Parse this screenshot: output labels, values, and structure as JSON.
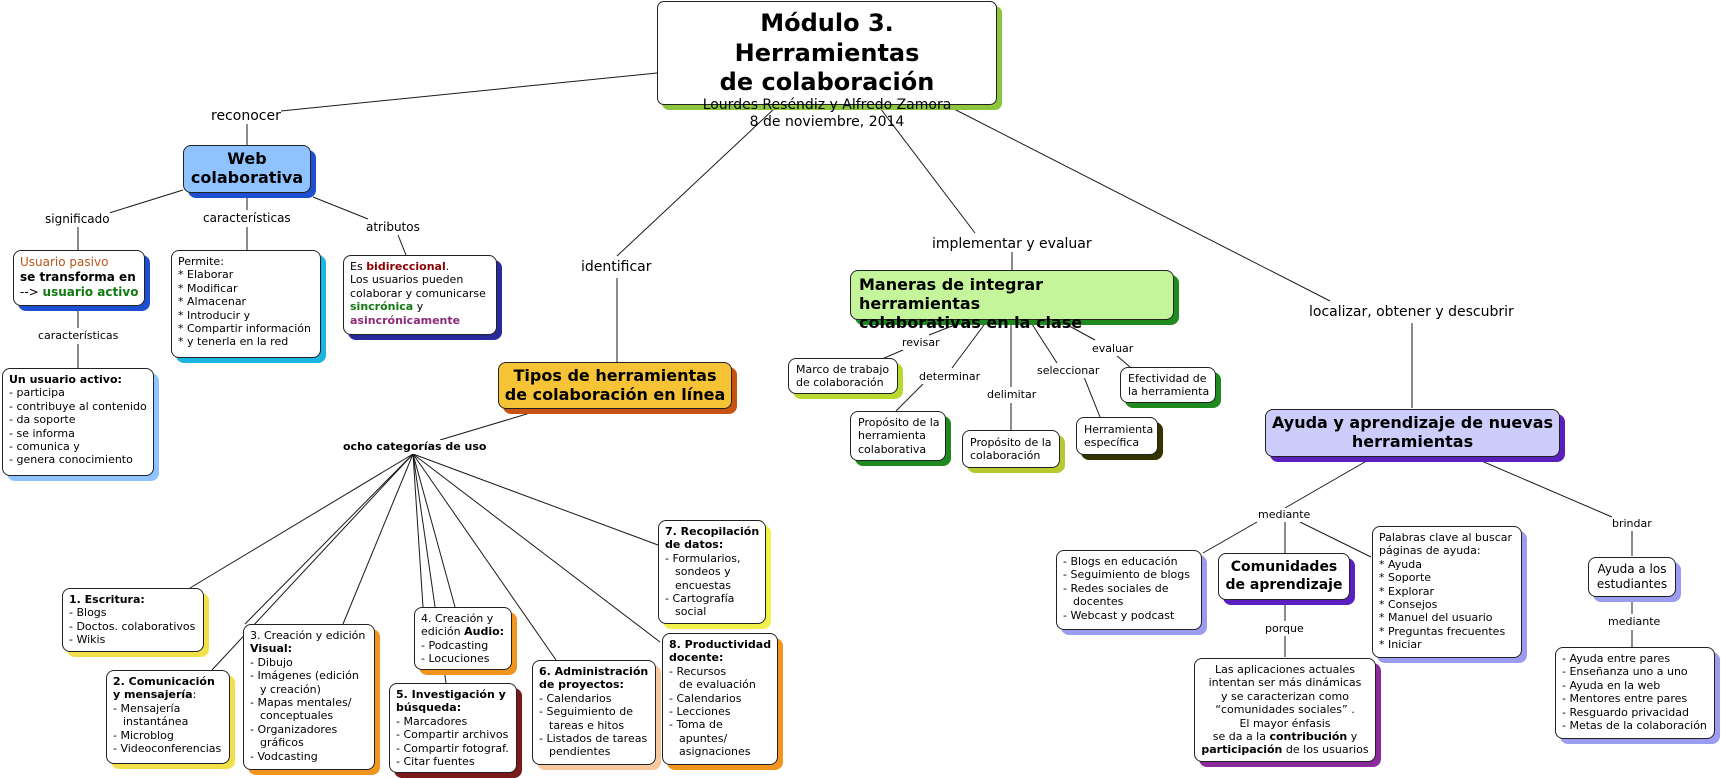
{
  "root": {
    "title_l1": "Módulo 3. Herramientas",
    "title_l2": "de colaboración",
    "authors": "Lourdes Reséndiz y Alfredo Zamora",
    "date": "8 de noviembre, 2014"
  },
  "colors": {
    "root_shadow": "#8cc63f",
    "web_fill": "#8ec3ff",
    "web_shadow": "#1f4fd1",
    "tipos_fill": "#f7c336",
    "tipos_shadow": "#c8520f",
    "maneras_fill": "#c4f59a",
    "maneras_shadow": "#1f8a1f",
    "ayuda_fill": "#cdcdfb",
    "ayuda_shadow": "#5a1fbf",
    "dark_green": "#117a11",
    "dark_red": "#8b0000",
    "purple": "#8b2a7a",
    "orange_text": "#b5561a"
  },
  "labels": {
    "reconocer": "reconocer",
    "identificar": "identificar",
    "implementar": "implementar y evaluar",
    "localizar": "localizar, obtener y descubrir",
    "significado": "significado",
    "caracteristicas": "características",
    "atributos": "atributos",
    "caracteristicas2": "características",
    "ocho": "ocho categorías de uso",
    "revisar": "revisar",
    "determinar": "determinar",
    "delimitar": "delimitar",
    "seleccionar": "seleccionar",
    "evaluar": "evaluar",
    "mediante": "mediante",
    "brindar": "brindar",
    "porque": "porque",
    "mediante2": "mediante"
  },
  "web": {
    "l1": "Web",
    "l2": "colaborativa"
  },
  "usuario": {
    "l1": "Usuario pasivo",
    "l2": "se transforma en",
    "l3_pre": "--> ",
    "l3_b": "usuario activo"
  },
  "activo": {
    "title": "Un usuario activo:",
    "items": [
      "- participa",
      "- contribuye al contenido",
      "- da soporte",
      "- se informa",
      "- comunica y",
      "- genera conocimiento"
    ]
  },
  "permite": {
    "title": "Permite:",
    "items": [
      "* Elaborar",
      "* Modificar",
      "* Almacenar",
      "* Introducir y",
      "* Compartir información",
      "* y tenerla en la red"
    ]
  },
  "bidi": {
    "l1_pre": "Es ",
    "l1_b": "bidireccional",
    "l1_post": ".",
    "l2": "Los usuarios pueden",
    "l3": "colaborar y comunicarse",
    "l4_b": "sincrónica",
    "l4_post": " y",
    "l5_b": "asincrónicamente"
  },
  "tipos": {
    "l1": "Tipos de herramientas",
    "l2": "de colaboración en línea"
  },
  "cat1": {
    "title": "1. Escritura:",
    "items": [
      "- Blogs",
      "- Doctos. colaborativos",
      "- Wikis"
    ]
  },
  "cat2": {
    "t1": "2. Comunicación",
    "t2": "y mensajería",
    "t2_post": ":",
    "items": [
      "- Mensajería",
      "instantánea",
      "- Microblog",
      "- Videoconferencias"
    ]
  },
  "cat3": {
    "t1": "3. Creación y edición",
    "t2": "Visual:",
    "items": [
      "- Dibujo",
      "- Imágenes (edición",
      "y creación)",
      "- Mapas mentales/",
      "conceptuales",
      "- Organizadores",
      "gráficos",
      "- Vodcasting"
    ]
  },
  "cat4": {
    "t1": "4. Creación y",
    "t2_pre": "edición ",
    "t2_b": "Audio:",
    "items": [
      "- Podcasting",
      "- Locuciones"
    ]
  },
  "cat5": {
    "t1": "5. Investigación y",
    "t2": "búsqueda:",
    "items": [
      "- Marcadores",
      "- Compartir archivos",
      "- Compartir fotograf.",
      "- Citar fuentes"
    ]
  },
  "cat6": {
    "t1": "6. Administración",
    "t2": "de proyectos:",
    "items": [
      "- Calendarios",
      "- Seguimiento de",
      "tareas e hitos",
      "- Listados de tareas",
      "pendientes"
    ]
  },
  "cat7": {
    "t1": "7. Recopilación",
    "t2": "de datos:",
    "items": [
      "- Formularios,",
      "sondeos y",
      "encuestas",
      "- Cartografía",
      "social"
    ]
  },
  "cat8": {
    "t1": "8. Productividad",
    "t2": "docente:",
    "items": [
      "- Recursos",
      "de evaluación",
      "- Calendarios",
      "- Lecciones",
      "- Toma de",
      "apuntes/",
      "asignaciones"
    ]
  },
  "maneras": {
    "l1": "Maneras de integrar herramientas",
    "l2": "colaborativas en la clase"
  },
  "marco": {
    "l1": "Marco de trabajo",
    "l2": "de colaboración"
  },
  "proposito1": {
    "l1": "Propósito de la",
    "l2": "herramienta",
    "l3": "colaborativa"
  },
  "proposito2": {
    "l1": "Propósito de la",
    "l2": "colaboración"
  },
  "herr": {
    "l1": "Herramienta",
    "l2": "específica"
  },
  "efect": {
    "l1": "Efectividad de",
    "l2": "la herramienta"
  },
  "ayuda": {
    "l1": "Ayuda y aprendizaje de nuevas",
    "l2": "herramientas"
  },
  "blogs": {
    "items": [
      "- Blogs en educación",
      "- Seguimiento de blogs",
      "- Redes sociales de",
      "docentes",
      "- Webcast y podcast"
    ]
  },
  "comunidades": {
    "l1": "Comunidades",
    "l2": "de aprendizaje"
  },
  "aplicaciones": {
    "l1": "Las aplicaciones actuales",
    "l2": "intentan ser más dinámicas",
    "l3": "y se caracterizan como",
    "l4": "“comunidades sociales” .",
    "l5": "El mayor énfasis",
    "l6_pre": "se da a la ",
    "l6_b": "contribución",
    "l6_post": " y",
    "l7_b": "participación",
    "l7_post": " de los usuarios"
  },
  "palabras": {
    "l1": "Palabras clave al buscar",
    "l2": "páginas de ayuda:",
    "items": [
      "* Ayuda",
      "* Soporte",
      "* Explorar",
      "* Consejos",
      "* Manuel del usuario",
      "* Preguntas frecuentes",
      "* Iniciar"
    ]
  },
  "ayudaest": {
    "l1": "Ayuda a los",
    "l2": "estudiantes"
  },
  "pares": {
    "items": [
      "- Ayuda entre pares",
      "- Enseñanza uno a uno",
      "- Ayuda en la web",
      "- Mentores entre pares",
      "- Resguardo privacidad",
      "- Metas de la colaboración"
    ]
  }
}
